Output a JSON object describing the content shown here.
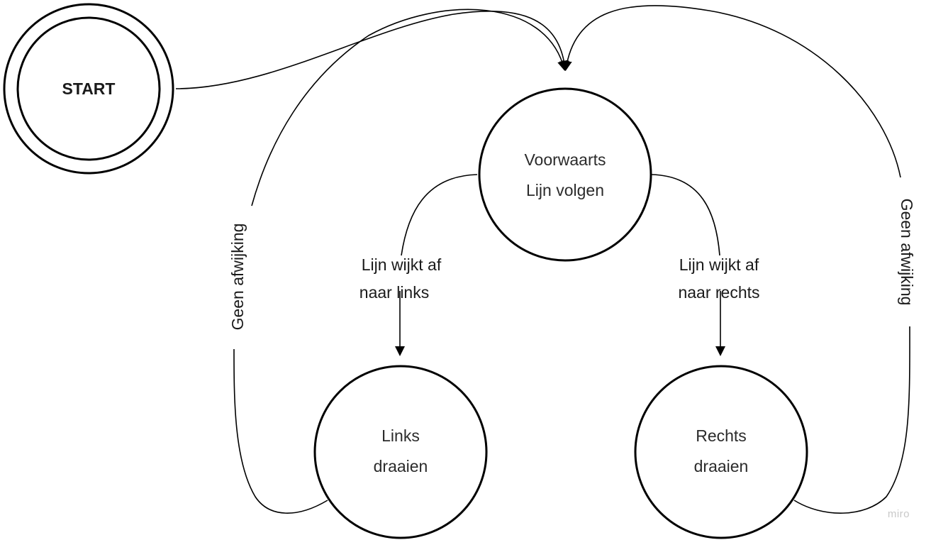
{
  "nodes": {
    "start": {
      "label": "START"
    },
    "forward": {
      "line1": "Voorwaarts",
      "line2": "Lijn volgen"
    },
    "left": {
      "line1": "Links",
      "line2": "draaien"
    },
    "right": {
      "line1": "Rechts",
      "line2": "draaien"
    }
  },
  "edges": {
    "to_left": {
      "line1": "Lijn wijkt af",
      "line2": "naar links"
    },
    "to_right": {
      "line1": "Lijn wijkt af",
      "line2": "naar rechts"
    },
    "left_back": {
      "label": "Geen afwijking"
    },
    "right_back": {
      "label": "Geen afwijking"
    }
  },
  "watermark": "miro",
  "colors": {
    "stroke": "#000000",
    "text": "#2b2b2b",
    "watermark": "#c8c8c8"
  }
}
